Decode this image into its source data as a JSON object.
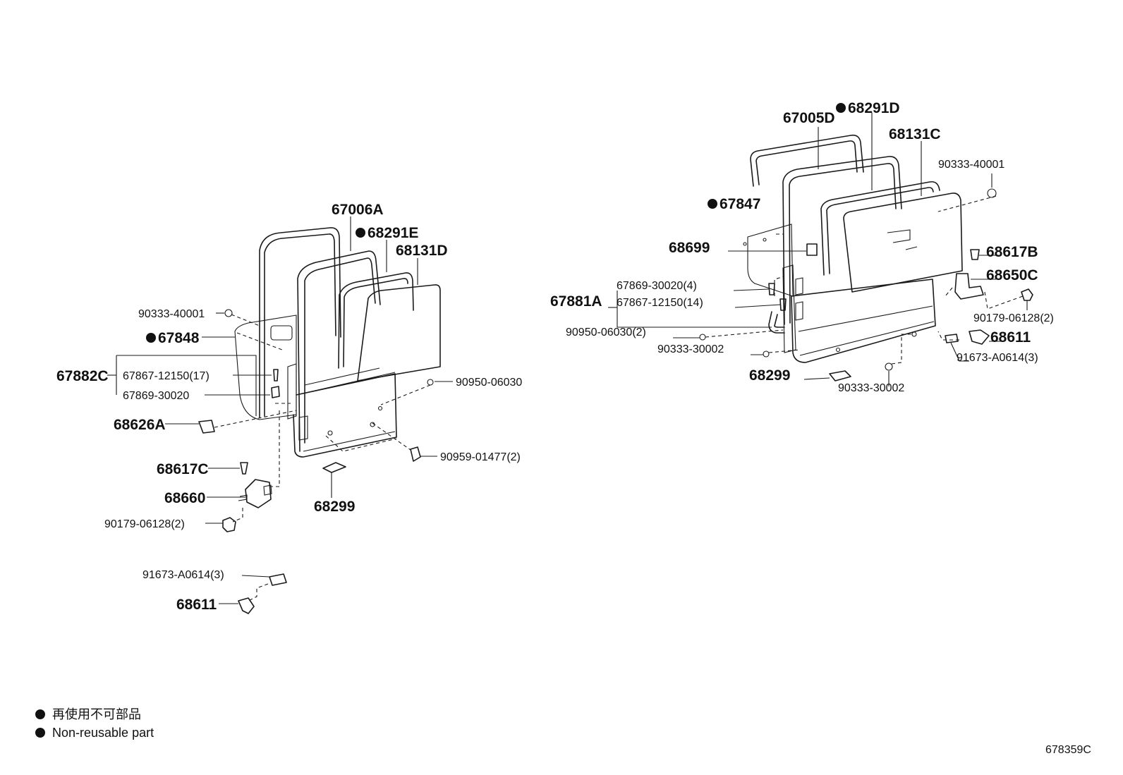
{
  "left_door": {
    "labels": {
      "l_67006A": "67006A",
      "l_68291E": "68291E",
      "l_68131D": "68131D",
      "l_90333_40001": "90333-40001",
      "l_67848": "67848",
      "l_67882C": "67882C",
      "l_67867_12150": "67867-12150(17)",
      "l_67869_30020": "67869-30020",
      "l_90950_06030": "90950-06030",
      "l_68626A": "68626A",
      "l_90959_01477": "90959-01477(2)",
      "l_68617C": "68617C",
      "l_68660": "68660",
      "l_68299": "68299",
      "l_90179_06128": "90179-06128(2)",
      "l_91673_A0614": "91673-A0614(3)",
      "l_68611": "68611"
    }
  },
  "right_door": {
    "labels": {
      "r_67005D": "67005D",
      "r_68291D": "68291D",
      "r_68131C": "68131C",
      "r_90333_40001": "90333-40001",
      "r_67847": "67847",
      "r_68699": "68699",
      "r_68617B": "68617B",
      "r_68650C": "68650C",
      "r_67869_30020": "67869-30020(4)",
      "r_67881A": "67881A",
      "r_67867_12150": "67867-12150(14)",
      "r_90179_06128": "90179-06128(2)",
      "r_90950_06030": "90950-06030(2)",
      "r_68611": "68611",
      "r_90333_30002a": "90333-30002",
      "r_91673_A0614": "91673-A0614(3)",
      "r_68299": "68299",
      "r_90333_30002b": "90333-30002"
    }
  },
  "legend": {
    "jp": "再使用不可部品",
    "en": "Non-reusable part"
  },
  "diagram_code": "678359C"
}
